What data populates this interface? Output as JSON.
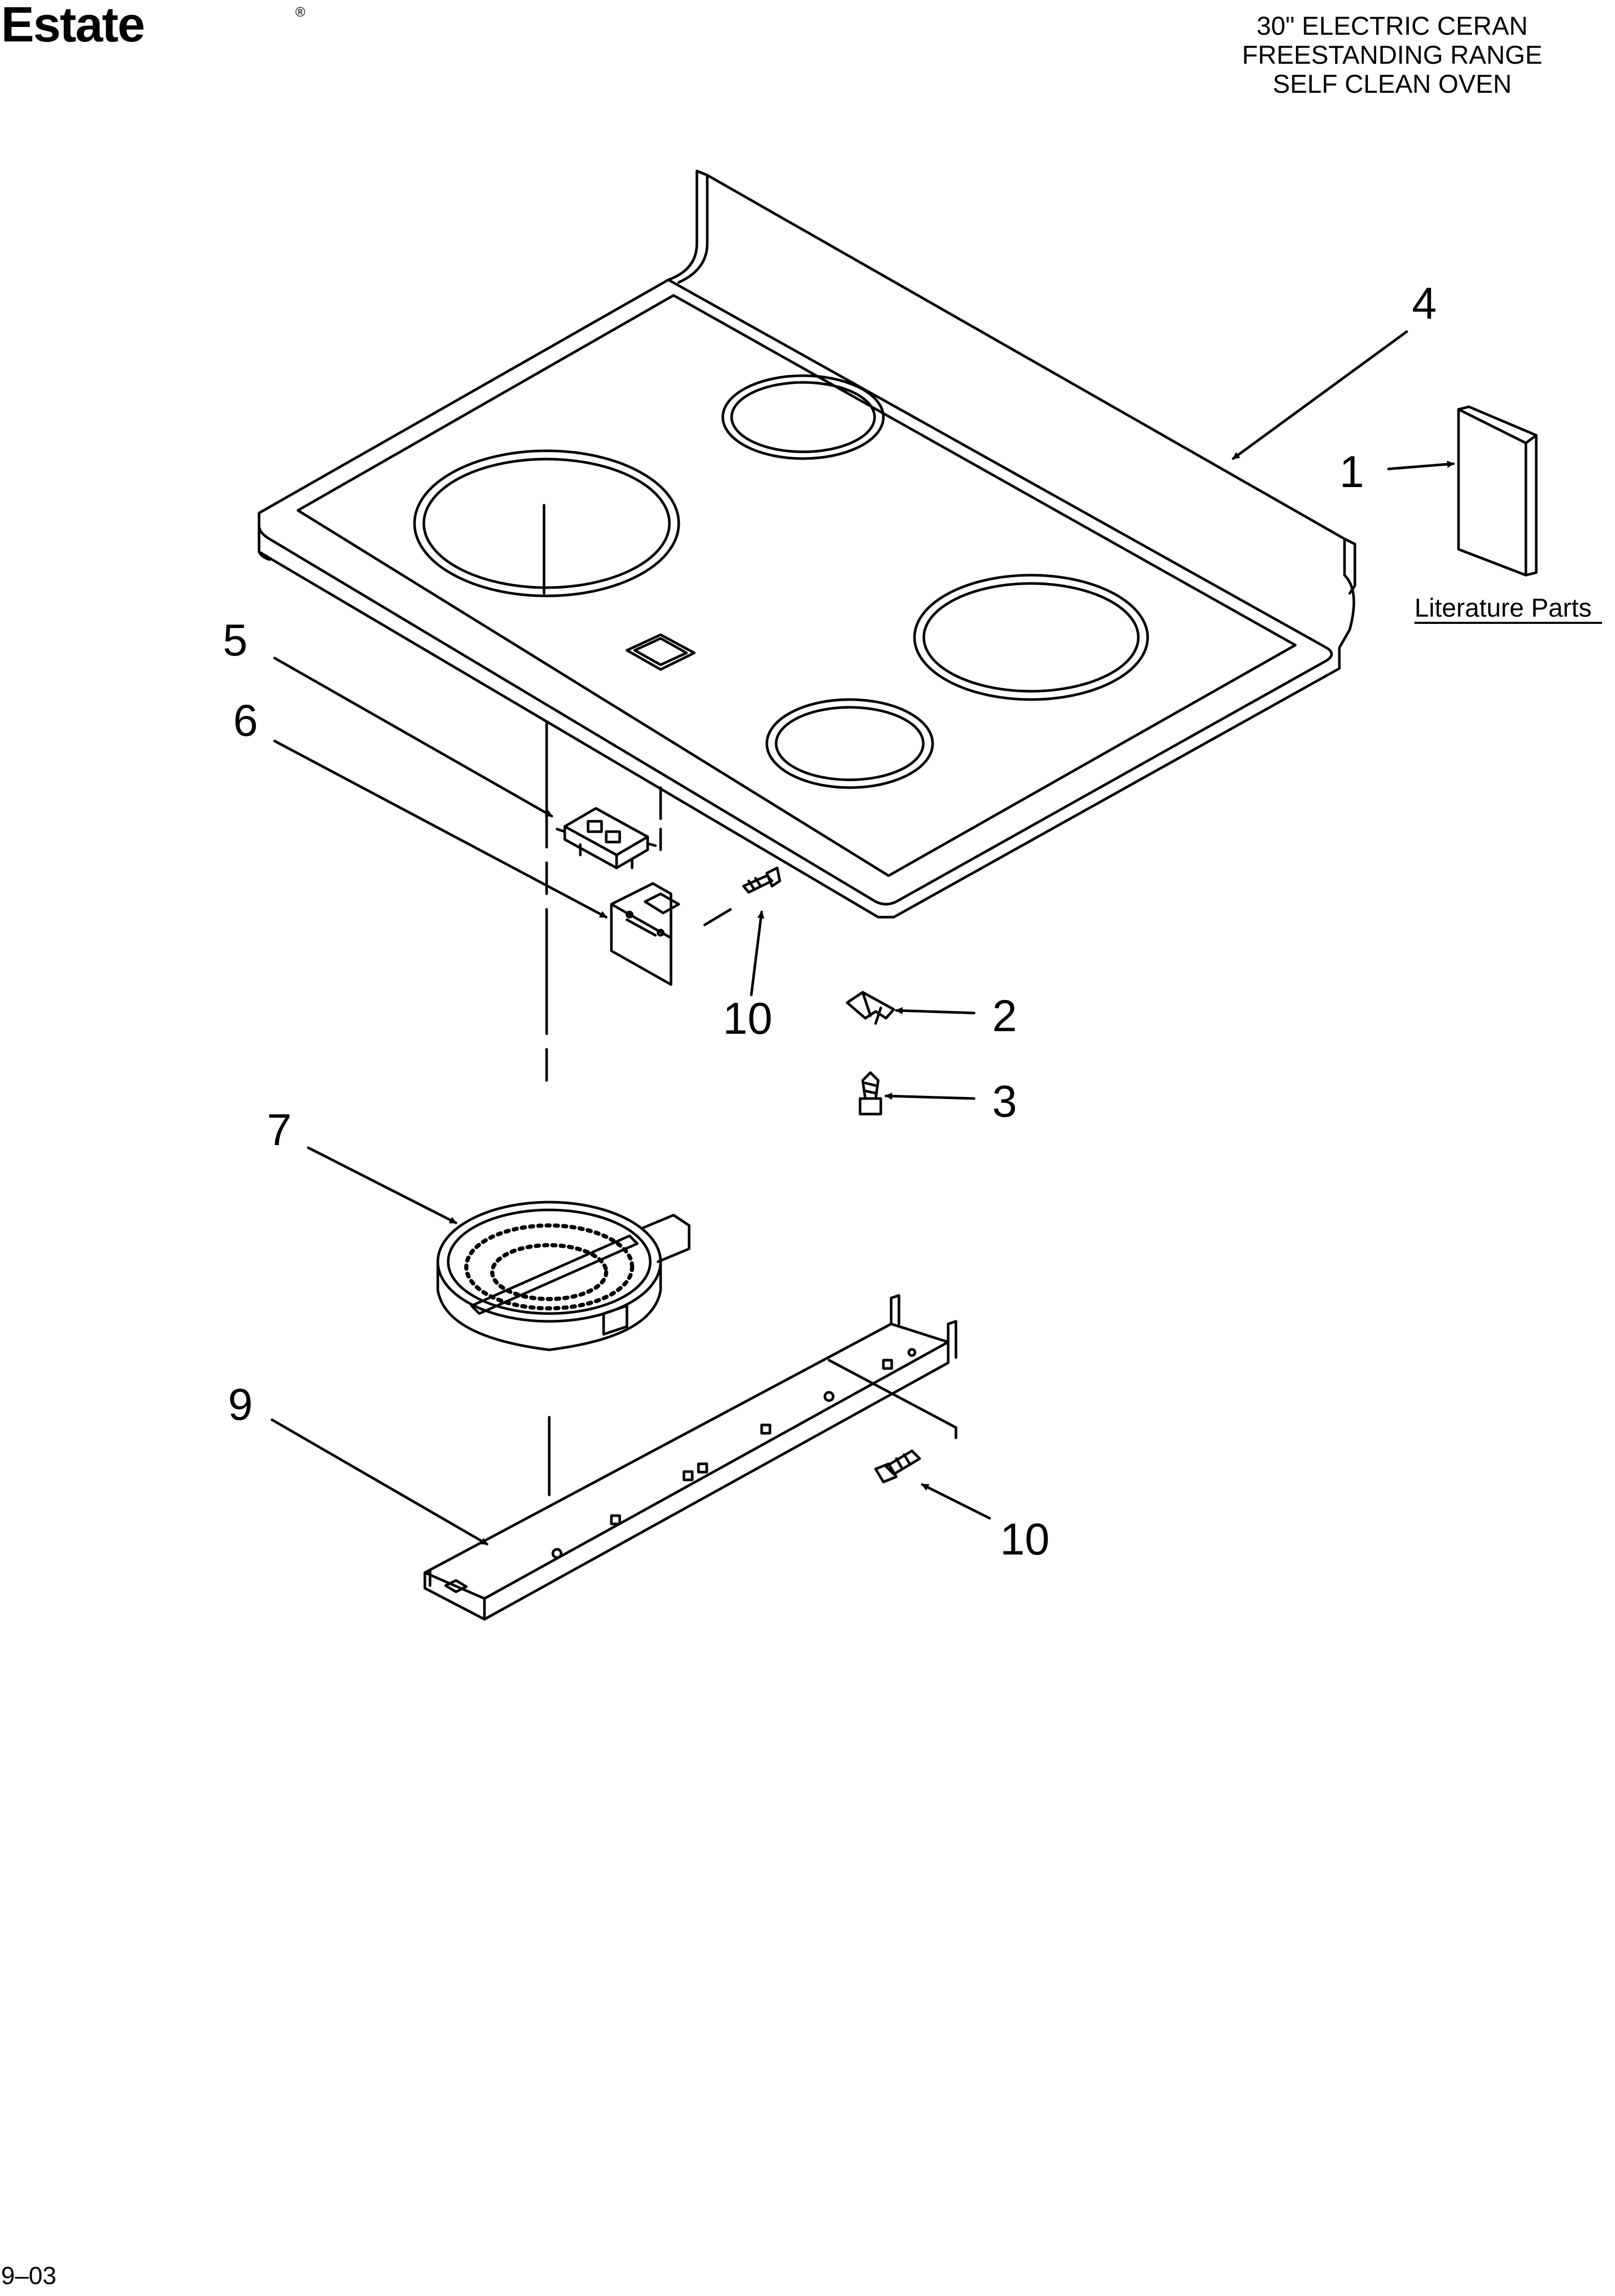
{
  "brand": {
    "logo_text": "Estate",
    "registered_mark": "®"
  },
  "title": {
    "line1": "30\" ELECTRIC CERAN",
    "line2": "FREESTANDING RANGE",
    "line3": "SELF CLEAN OVEN"
  },
  "callouts": {
    "c1": "1",
    "c2": "2",
    "c3": "3",
    "c4": "4",
    "c5": "5",
    "c6": "6",
    "c7": "7",
    "c9": "9",
    "c10a": "10",
    "c10b": "10"
  },
  "literature_label": "Literature Parts",
  "footer_code": "9–03"
}
